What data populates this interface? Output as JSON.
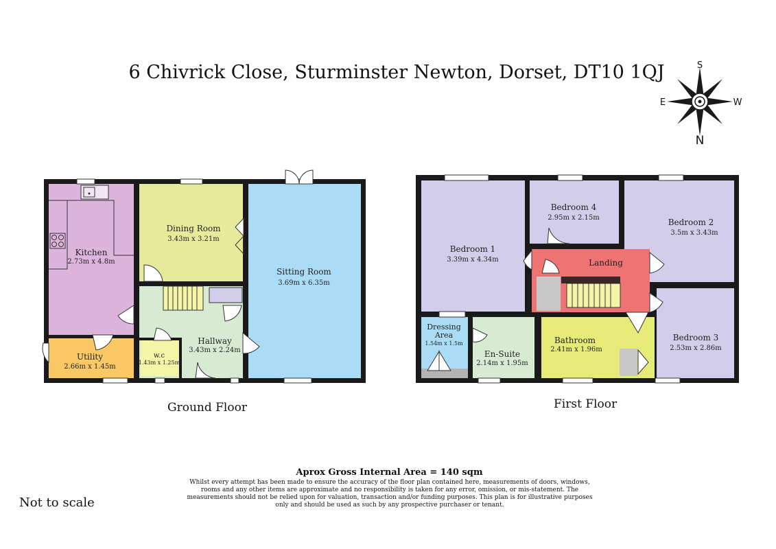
{
  "title": "6 Chivrick Close, Sturminster Newton, Dorset, DT10 1QJ",
  "compass": {
    "south": "S",
    "east": "E",
    "west": "W",
    "north": "N",
    "icon": "compass-rose-icon"
  },
  "ground_floor": {
    "label": "Ground Floor",
    "rooms": {
      "kitchen": {
        "name": "Kitchen",
        "dims": "2.73m x 4.8m",
        "color": "#dcb4dc"
      },
      "dining": {
        "name": "Dining Room",
        "dims": "3.43m x 3.21m",
        "color": "#e6eb9b"
      },
      "sitting": {
        "name": "Sitting Room",
        "dims": "3.69m x 6.35m",
        "color": "#aadcf5"
      },
      "hallway": {
        "name": "Hallway",
        "dims": "3.43m x 2.24m",
        "color": "#d7ebd2"
      },
      "wc": {
        "name": "w.c",
        "dims": "1.43m x 1.25m",
        "color": "#f5f5a8"
      },
      "utility": {
        "name": "Utility",
        "dims": "2.66m x 1.45m",
        "color": "#fac864"
      }
    }
  },
  "first_floor": {
    "label": "First Floor",
    "rooms": {
      "bedroom1": {
        "name": "Bedroom 1",
        "dims": "3.39m x 4.34m",
        "color": "#d2cdeb"
      },
      "bedroom4": {
        "name": "Bedroom 4",
        "dims": "2.95m x 2.15m",
        "color": "#d2cdeb"
      },
      "bedroom2": {
        "name": "Bedroom 2",
        "dims": "3.5m x 3.43m",
        "color": "#d2cdeb"
      },
      "landing": {
        "name": "Landing",
        "dims": "",
        "color": "#f07373"
      },
      "dressing": {
        "name": "Dressing",
        "name2": "Area",
        "dims": "1.54m x 1.5m",
        "color": "#aadcf5"
      },
      "ensuite": {
        "name": "En-Suite",
        "dims": "2.14m x 1.95m",
        "color": "#d7ebd2"
      },
      "bathroom": {
        "name": "Bathroom",
        "dims": "2.41m x 1.96m",
        "color": "#e6eb78"
      },
      "bedroom3": {
        "name": "Bedroom 3",
        "dims": "2.53m x 2.86m",
        "color": "#d2cdeb"
      }
    }
  },
  "area": "Aprox Gross Internal Area = 140 sqm",
  "disclaimer": "Whilst every attempt has been made to ensure the accuracy of the floor plan contained here, measurements of doors, windows, rooms and any other items are approximate and no responsibility is taken for any error, omission, or mis-statement. The measurements should not be relied upon for valuation, transaction and/or funding purposes. This plan is for illustrative purposes only and should be used as such by any prospective purchaser or tenant.",
  "note": "Not to scale",
  "colors": {
    "wall": "#1a1a1a",
    "stairs": "#f5f5a8",
    "cupboard": "#c8c8c8"
  }
}
